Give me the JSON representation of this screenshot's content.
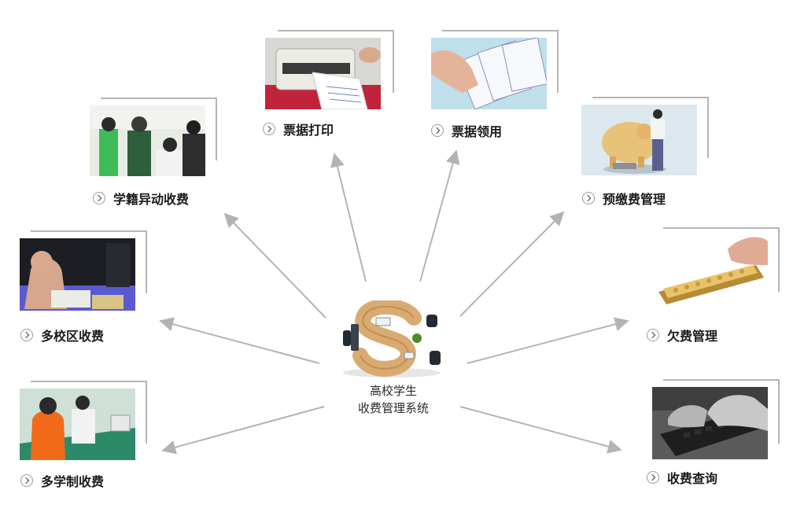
{
  "center": {
    "title_line1": "高校学生",
    "title_line2": "收费管理系统",
    "logo_icon": "dollar-desk-icon"
  },
  "nodes": [
    {
      "id": "print",
      "label": "票据打印",
      "icon": "printer-photo"
    },
    {
      "id": "receive",
      "label": "票据领用",
      "icon": "receipts-photo"
    },
    {
      "id": "enrollment",
      "label": "学籍异动收费",
      "icon": "students-photo"
    },
    {
      "id": "prepay",
      "label": "预缴费管理",
      "icon": "piggybank-photo"
    },
    {
      "id": "campus",
      "label": "多校区收费",
      "icon": "classroom-photo"
    },
    {
      "id": "arrears",
      "label": "欠费管理",
      "icon": "abacus-photo"
    },
    {
      "id": "system",
      "label": "多学制收费",
      "icon": "desk-photo"
    },
    {
      "id": "query",
      "label": "收费查询",
      "icon": "keyboard-photo"
    }
  ],
  "colors": {
    "arrow": "#b3b3b3",
    "frame": "#b5b5b5",
    "desk_wood": "#d8ab72"
  }
}
